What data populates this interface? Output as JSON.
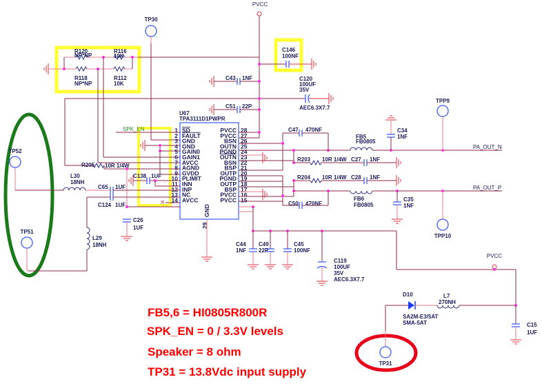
{
  "ic": {
    "ref": "U67",
    "part": "TPA3111D1PWPR",
    "gnd_pin_name": "GND",
    "gnd_pin_num": "29",
    "left_pins": [
      {
        "num": "1",
        "name": "SD"
      },
      {
        "num": "2",
        "name": "FAULT"
      },
      {
        "num": "3",
        "name": "GND"
      },
      {
        "num": "4",
        "name": "GND"
      },
      {
        "num": "5",
        "name": "GAIN0"
      },
      {
        "num": "6",
        "name": "GAIN1"
      },
      {
        "num": "7",
        "name": "AVCC"
      },
      {
        "num": "8",
        "name": "AGND"
      },
      {
        "num": "9",
        "name": "GVDD"
      },
      {
        "num": "10",
        "name": "PLIMIT"
      },
      {
        "num": "11",
        "name": "INN"
      },
      {
        "num": "12",
        "name": "INP"
      },
      {
        "num": "13",
        "name": "NC"
      },
      {
        "num": "14",
        "name": "AVCC"
      }
    ],
    "right_pins": [
      {
        "num": "28",
        "name": "PVCC"
      },
      {
        "num": "27",
        "name": "PVCC"
      },
      {
        "num": "26",
        "name": "BSN"
      },
      {
        "num": "25",
        "name": "OUTN"
      },
      {
        "num": "24",
        "name": "PGND"
      },
      {
        "num": "23",
        "name": "OUTN"
      },
      {
        "num": "22",
        "name": "BSN"
      },
      {
        "num": "21",
        "name": "BSP"
      },
      {
        "num": "20",
        "name": "OUTP"
      },
      {
        "num": "19",
        "name": "PGND"
      },
      {
        "num": "18",
        "name": "OUTP"
      },
      {
        "num": "17",
        "name": "BSP"
      },
      {
        "num": "16",
        "name": "PVCC"
      },
      {
        "num": "15",
        "name": "PVCC"
      }
    ]
  },
  "nets": {
    "pvcc_top": "PVCC",
    "pvcc_right": "PVCC",
    "spk_en": "SPK_EN",
    "pa_out_n": "PA_OUT_N",
    "pa_out_p": "PA_OUT_P"
  },
  "components": {
    "R120": {
      "ref": "R120",
      "value": "NP*NP"
    },
    "R116": {
      "ref": "R116",
      "value": "10K"
    },
    "R118": {
      "ref": "R118",
      "value": "NP*NP"
    },
    "R112": {
      "ref": "R112",
      "value": "10K"
    },
    "C146": {
      "ref": "C146",
      "value": "100NF"
    },
    "C43": {
      "ref": "C43",
      "value": "1NF"
    },
    "C120": {
      "ref": "C120",
      "value": "100UF",
      "rating": "35V",
      "package": "AEC6.3X7.7"
    },
    "C51": {
      "ref": "C51",
      "value": "22P"
    },
    "C47": {
      "ref": "C47",
      "value": "470NF"
    },
    "C50": {
      "ref": "C50",
      "value": "470NF"
    },
    "FB5": {
      "ref": "FB5",
      "value": "FB0805"
    },
    "FB6": {
      "ref": "FB6",
      "value": "FB0805"
    },
    "C34": {
      "ref": "C34",
      "value": "1NF"
    },
    "C35": {
      "ref": "C35",
      "value": "1NF"
    },
    "R203": {
      "ref": "R203",
      "value": "10R 1/4W"
    },
    "R204": {
      "ref": "R204",
      "value": "10R 1/4W"
    },
    "C27": {
      "ref": "C27",
      "value": "1NF"
    },
    "C28": {
      "ref": "C28",
      "value": "1NF"
    },
    "R205": {
      "ref": "R205",
      "value": "10R 1/4W"
    },
    "C138": {
      "ref": "C138",
      "value": "1UF"
    },
    "L30": {
      "ref": "L30",
      "value": "18NH"
    },
    "L29": {
      "ref": "L29",
      "value": "18NH"
    },
    "C65": {
      "ref": "C65",
      "value": "1UF"
    },
    "C124": {
      "ref": "C124",
      "value": "1UF"
    },
    "C26": {
      "ref": "C26",
      "value": "1UF"
    },
    "C44": {
      "ref": "C44",
      "value": "1NF"
    },
    "C49": {
      "ref": "C49",
      "value": "22P"
    },
    "C45": {
      "ref": "C45",
      "value": "100NF"
    },
    "C119": {
      "ref": "C119",
      "value": "100UF",
      "rating": "35V",
      "package": "AEC6.3X7.7"
    },
    "D10": {
      "ref": "D10",
      "value": "SA2M-E3/5AT",
      "package": "SMA-5AT"
    },
    "L7": {
      "ref": "L7",
      "value": "270NH"
    },
    "C15": {
      "ref": "C15",
      "value": "1UF"
    }
  },
  "test_points": {
    "TP30": "TP30",
    "TP52": "TP52",
    "TP51": "TP51",
    "TPP9": "TPP9",
    "TPP10": "TPP10",
    "TP31": "TP31"
  },
  "notes": [
    "FB5,6 = HI0805R800R",
    "SPK_EN = 0 / 3.3V levels",
    "Speaker = 8 ohm",
    "TP31 = 13.8Vdc input supply"
  ],
  "highlight_colors": {
    "yellow": "#ffff33",
    "green": "#1a7a1a",
    "red": "#e8001a"
  }
}
